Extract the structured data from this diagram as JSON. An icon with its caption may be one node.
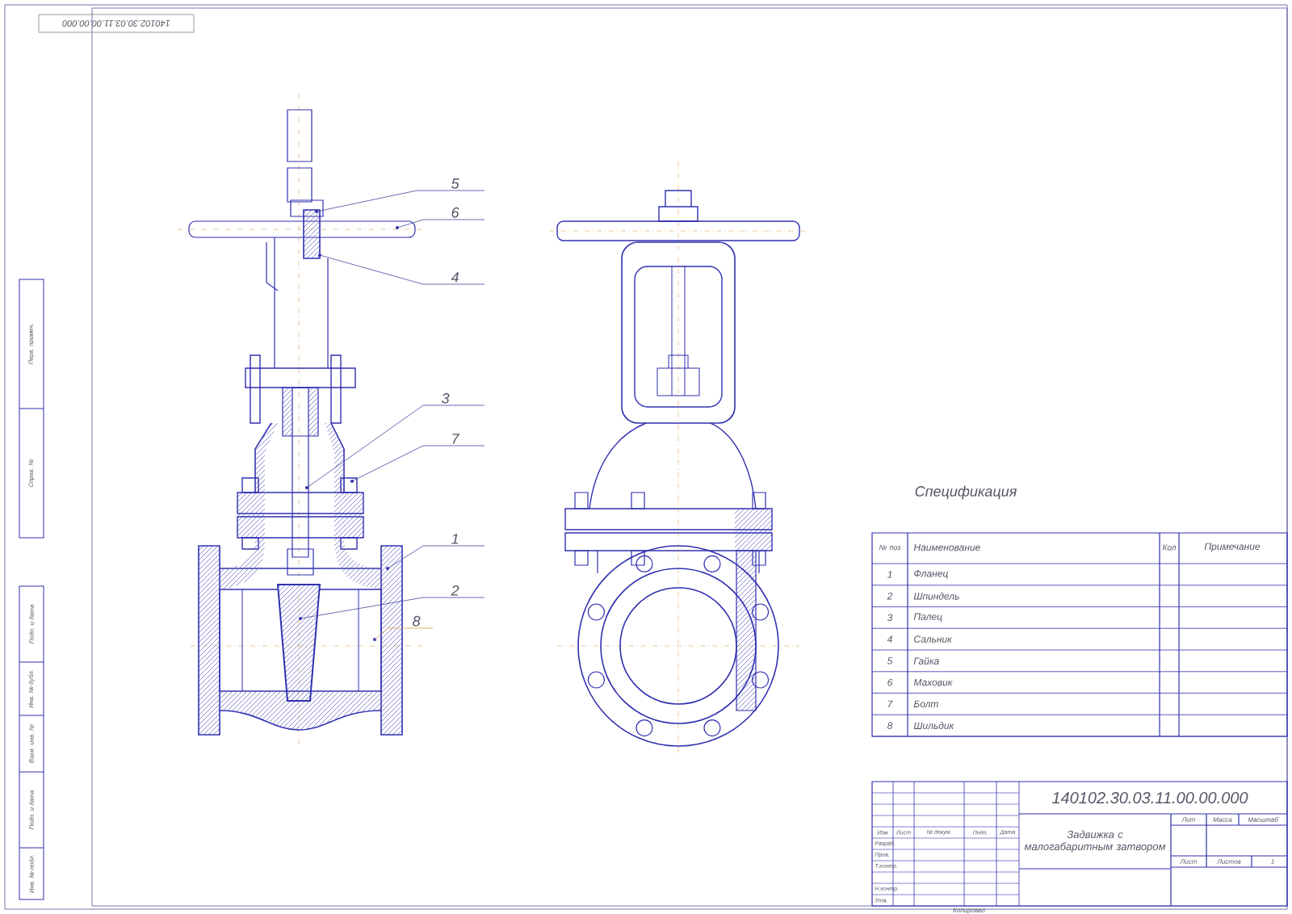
{
  "diagram": {
    "nodes": [
      {
        "text": [
          "5"
        ]
      },
      {
        "text": [
          "6"
        ]
      },
      {
        "text": [
          "4"
        ]
      },
      {
        "text": [
          "3"
        ]
      },
      {
        "text": [
          "7"
        ]
      },
      {
        "text": [
          "1"
        ]
      },
      {
        "text": [
          "2"
        ]
      },
      {
        "text": [
          "8"
        ]
      },
      {
        "text": [],
        "shape": "circle"
      },
      {
        "text": [],
        "shape": "circle"
      },
      {
        "text": [],
        "shape": "circle"
      },
      {
        "text": [],
        "shape": "circle"
      },
      {
        "text": [],
        "shape": "circle"
      },
      {
        "text": [],
        "shape": "circle"
      },
      {
        "text": [],
        "shape": "circle"
      },
      {
        "text": [],
        "shape": "circle"
      }
    ],
    "edges": [
      {
        "from": 0,
        "to": 8,
        "arrow": "none"
      },
      {
        "from": 1,
        "to": 9,
        "arrow": "none"
      },
      {
        "from": 2,
        "to": 10,
        "arrow": "none"
      },
      {
        "from": 3,
        "to": 11,
        "arrow": "none"
      },
      {
        "from": 4,
        "to": 12,
        "arrow": "none"
      },
      {
        "from": 5,
        "to": 13,
        "arrow": "none"
      },
      {
        "from": 6,
        "to": 14,
        "arrow": "none"
      },
      {
        "from": 7,
        "to": 15,
        "arrow": "none",
        "color": "#d9a24a"
      }
    ],
    "labels": [
      "Спецификация",
      "№ поз",
      "Наименование",
      "Кол",
      "Примечание",
      "1",
      "Фланец",
      "2",
      "Шпиндель",
      "3",
      "Палец",
      "4",
      "Сальник",
      "5",
      "Гайка",
      "6",
      "Маховик",
      "7",
      "Болт",
      "8",
      "Шильдик",
      "140102.30.03.11.00.00.000",
      "Задвижка с малогабаритным затвором",
      "Лит",
      "Масса",
      "Масштаб",
      "Лист",
      "Листов",
      "1",
      "Изм",
      "Лист",
      "№ докум.",
      "Подп.",
      "Дата",
      "Разраб.",
      "Пров.",
      "Т.контр.",
      "Н.контр.",
      "Утв.",
      "Копировал",
      "Перв. примен.",
      "Справ. №",
      "Подп. и дата",
      "Инв. № дубл.",
      "Взам. инв. №",
      "Подп. и дата",
      "Инв. № подл.",
      "140102.30.03.11.00.00.000"
    ]
  }
}
